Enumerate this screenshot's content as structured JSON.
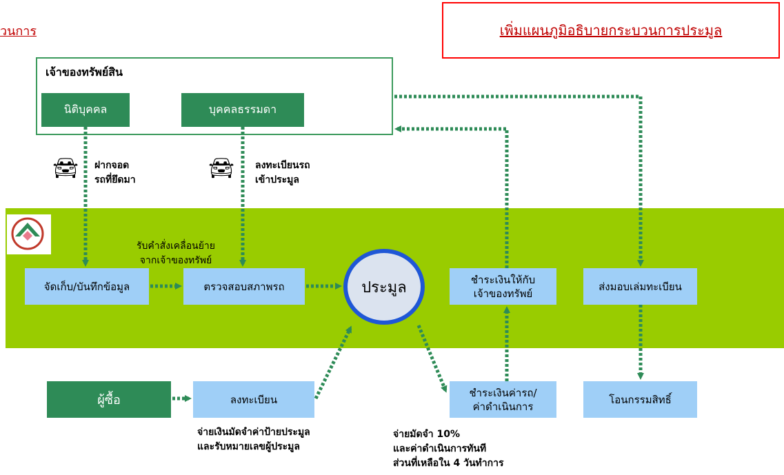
{
  "top_link": "วนการ",
  "note": "เพิ่มแผนภูมิอธิบายกระบวนการประมูล",
  "owner": {
    "title": "เจ้าของทรัพย์สิน",
    "juristic": "นิติบุคคล",
    "individual": "บุคคลธรรมดา"
  },
  "labels": {
    "deposit": [
      "ฝากจอด",
      "รถที่ยึดมา"
    ],
    "register_car": [
      "ลงทะเบียนรถ",
      "เข้าประมูล"
    ],
    "move_order": [
      "รับคำสั่งเคลื่อนย้าย",
      "จากเจ้าของทรัพย์"
    ],
    "deposit_fee": [
      "จ่ายเงินมัดจำค่าป้ายประมูล",
      "และรับหมายเลขผู้ประมูล"
    ],
    "payment_terms": [
      "จ่ายมัดจำ 10%",
      "และค่าดำเนินการทันที",
      "ส่วนที่เหลือใน 4 วันทำการ"
    ]
  },
  "steps": {
    "store": "จัดเก็บ/บันทึกข้อมูล",
    "inspect": "ตรวจสอบสภาพรถ",
    "auction": "ประมูล",
    "pay_owner": [
      "ชำระเงินให้กับ",
      "เจ้าของทรัพย์"
    ],
    "deliver_book": "ส่งมอบเล่มทะเบียน",
    "buyer": "ผู้ซื้อ",
    "register": "ลงทะเบียน",
    "pay_car": [
      "ชำระเงินค่ารถ/",
      "ค่าดำเนินการ"
    ],
    "transfer": "โอนกรรมสิทธิ์"
  },
  "icons": {
    "car": "car-front-icon",
    "logo": "company-logo"
  },
  "colors": {
    "band": "#99cc00",
    "dark_green": "#2e8b57",
    "light_blue": "#9fcff7",
    "arrow": "#2e8b57",
    "circle_border": "#1f57d6",
    "note_border": "#ff0000"
  }
}
